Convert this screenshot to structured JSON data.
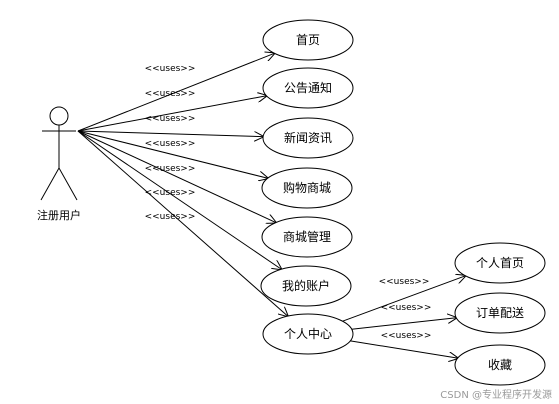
{
  "actor": {
    "label": "注册用户"
  },
  "use_cases": [
    {
      "id": "uc-home",
      "label": "首页"
    },
    {
      "id": "uc-notice",
      "label": "公告通知"
    },
    {
      "id": "uc-news",
      "label": "新闻资讯"
    },
    {
      "id": "uc-shop",
      "label": "购物商城"
    },
    {
      "id": "uc-mall-mgmt",
      "label": "商城管理"
    },
    {
      "id": "uc-account",
      "label": "我的账户"
    },
    {
      "id": "uc-center",
      "label": "个人中心"
    },
    {
      "id": "uc-profile-home",
      "label": "个人首页"
    },
    {
      "id": "uc-order",
      "label": "订单配送"
    },
    {
      "id": "uc-favorites",
      "label": "收藏"
    }
  ],
  "relations": [
    {
      "from": "actor",
      "to": "uc-home",
      "label": "<<uses>>"
    },
    {
      "from": "actor",
      "to": "uc-notice",
      "label": "<<uses>>"
    },
    {
      "from": "actor",
      "to": "uc-news",
      "label": "<<uses>>"
    },
    {
      "from": "actor",
      "to": "uc-shop",
      "label": "<<uses>>"
    },
    {
      "from": "actor",
      "to": "uc-mall-mgmt",
      "label": "<<uses>>"
    },
    {
      "from": "actor",
      "to": "uc-account",
      "label": "<<uses>>"
    },
    {
      "from": "actor",
      "to": "uc-center",
      "label": "<<uses>>"
    },
    {
      "from": "uc-center",
      "to": "uc-profile-home",
      "label": "<<uses>>"
    },
    {
      "from": "uc-center",
      "to": "uc-order",
      "label": "<<uses>>"
    },
    {
      "from": "uc-center",
      "to": "uc-favorites",
      "label": "<<uses>>"
    }
  ],
  "watermark": "CSDN @专业程序开发源"
}
